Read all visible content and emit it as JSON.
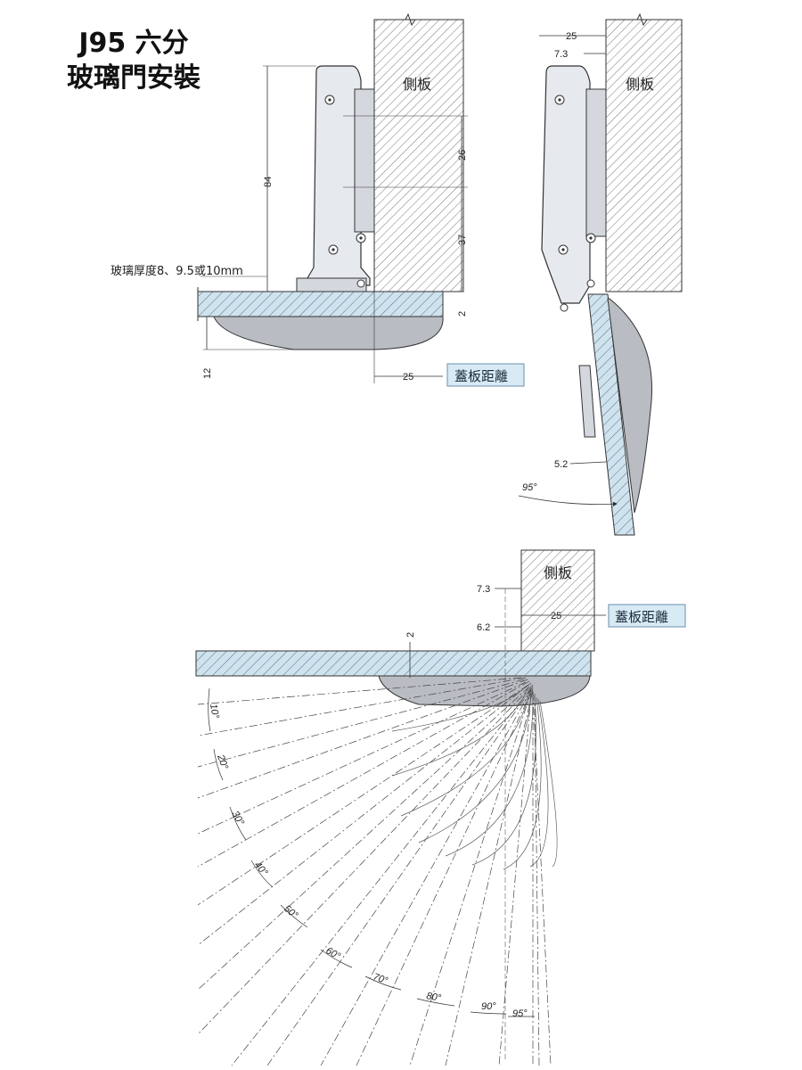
{
  "title": {
    "line1": "J95 六分",
    "line2": "玻璃門安裝"
  },
  "side_panel_label": "側板",
  "overlay_label": "蓋板距離",
  "glass_thickness_label": "玻璃厚度8、9.5或10mm",
  "dims_left": {
    "d84": "84",
    "d26": "26",
    "d37": "37",
    "d2": "2",
    "d12": "12",
    "d25": "25"
  },
  "dims_right": {
    "d25": "25",
    "d7_3": "7.3",
    "d5_2": "5.2",
    "a95": "95°"
  },
  "dims_bottom": {
    "d7_3": "7.3",
    "d6_2": "6.2",
    "d2": "2",
    "d25": "25"
  },
  "opening_angles": [
    "10°",
    "20°",
    "30°",
    "40°",
    "50°",
    "60°",
    "70°",
    "80°",
    "90°",
    "95°"
  ],
  "colors": {
    "glass": "#cfe3ee",
    "hinge": "#e6e9ee",
    "cap": "#b9bcc2",
    "tag_fill": "#d8eaf4",
    "line": "#2a2a2a"
  }
}
